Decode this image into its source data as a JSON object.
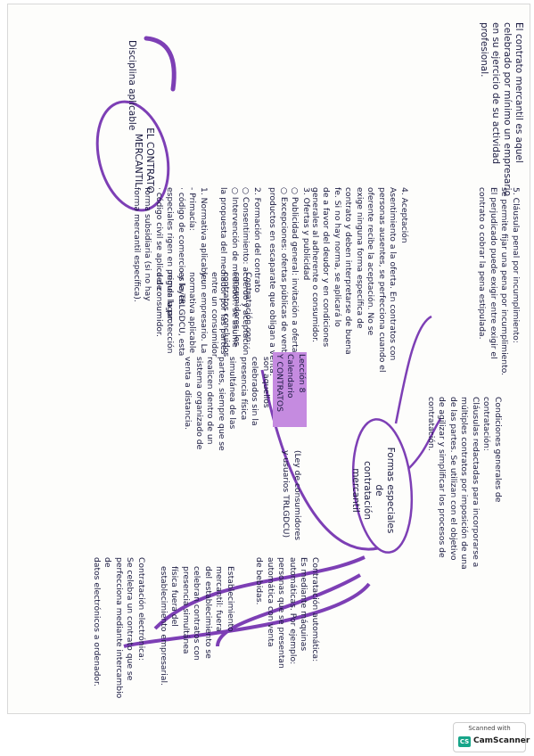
{
  "colors": {
    "ink": "#1a1a40",
    "accent": "#7d3fb5",
    "highlight": "#c58be0"
  },
  "page": {
    "definition": "El contrato mercantil es aquel\ncelebrado por mínimo un empresario\nen su ejercicio de su actividad\nprofesional.",
    "center": "EL CONTRATO\nMERCANTIL",
    "branch_left": "Disciplina aplicable",
    "normativa": "1. Normativa aplicable:\n- Primacía:\n  · código de comercio y leyes\n    especiales rigen en primer lugar.\n  · código civil se aplica de\n    forma subsidiaria (si no hay\n    forma mercantil específica).",
    "formacion": "2. Formación del contrato\n○ Consentimiento: acuerdo y aceptación\n○ Intervención de mediador: se asume\n   la propuesta del mediador por las partes",
    "ofertas": "3. Ofertas y publicidad\n○ Publicidad general: invitación a ofertar\n○ Excepciones: ofertas públicas de venta/\n   productos en escaparate que obligan a venta.",
    "aceptacion": "4. Aceptación\nAsentimiento a la oferta. En contratos con\npersonas ausentes, se perfecciona cuando el\noferente recibe la aceptación. No se\nexige ninguna forma específica de\ncontrato y deben interpretarse de buena\nfe. Si no hay norma, se aplicará lo\nde a favor del deudor y en condiciones\ngenerales al adherente o consumidor.",
    "clausula": "5. Cláusula penal por incumplimiento:\nse permite fijar una pena por incumplimiento.\nEl perjudicado puede exigir entre exigir el\ncontrato o cobrar la pena estipulada.",
    "distancia": "Contratos a\ndistancia:\nson aquellos\ncelebrados sin la\npresencia física\nsimultánea de las\npartes, siempre que se\nrealicen dentro de un\nsistema organizado de\nventa a distancia.",
    "distancia_tail": "(Ley de consumidores\ny usuarios TRLGDCU)",
    "highlight_tag": "Lección 8\nCalendario\nY CONTRATOS",
    "consumidores": "Contratación con\nconsumidores: los\ncontratos concluidos\nentre un consumidor\ny un empresario. La\nnormativa aplicable\nes la TRLGDCU, esta\nregula la protección\ndel consumidor.",
    "formas_especiales": "Formas especiales de\ncontratación mercantil",
    "condiciones": "Condiciones generales de\ncontratación:\nCláusulas redactadas para incorporarse a\nmúltiples contratos por imposición de una\nde las partes. Se utilizan con el objetivo\nde agilizar y simplificar los procesos de\ncontratación.",
    "automatica": "Contratación automática:\nEs mediante máquinas\nautomáticas. Por ejemplo:\npersonas que se presentan\nautomática con venta\nde bebidas.",
    "mercantil_fuera": "Establecimiento\nmercantil: fuera\ndel establecimiento se\ncelebran contratos con\npresencia simultánea\nfísica fuera del\nestablecimiento empresarial.",
    "electronica": "Contratación electrónica:\nSe celebra un contrato que se\nperfecciona mediante intercambio de\ndatos electrónicos a ordenador."
  },
  "watermark": {
    "top": "Scanned with",
    "logo": "CS",
    "name": "CamScanner"
  }
}
